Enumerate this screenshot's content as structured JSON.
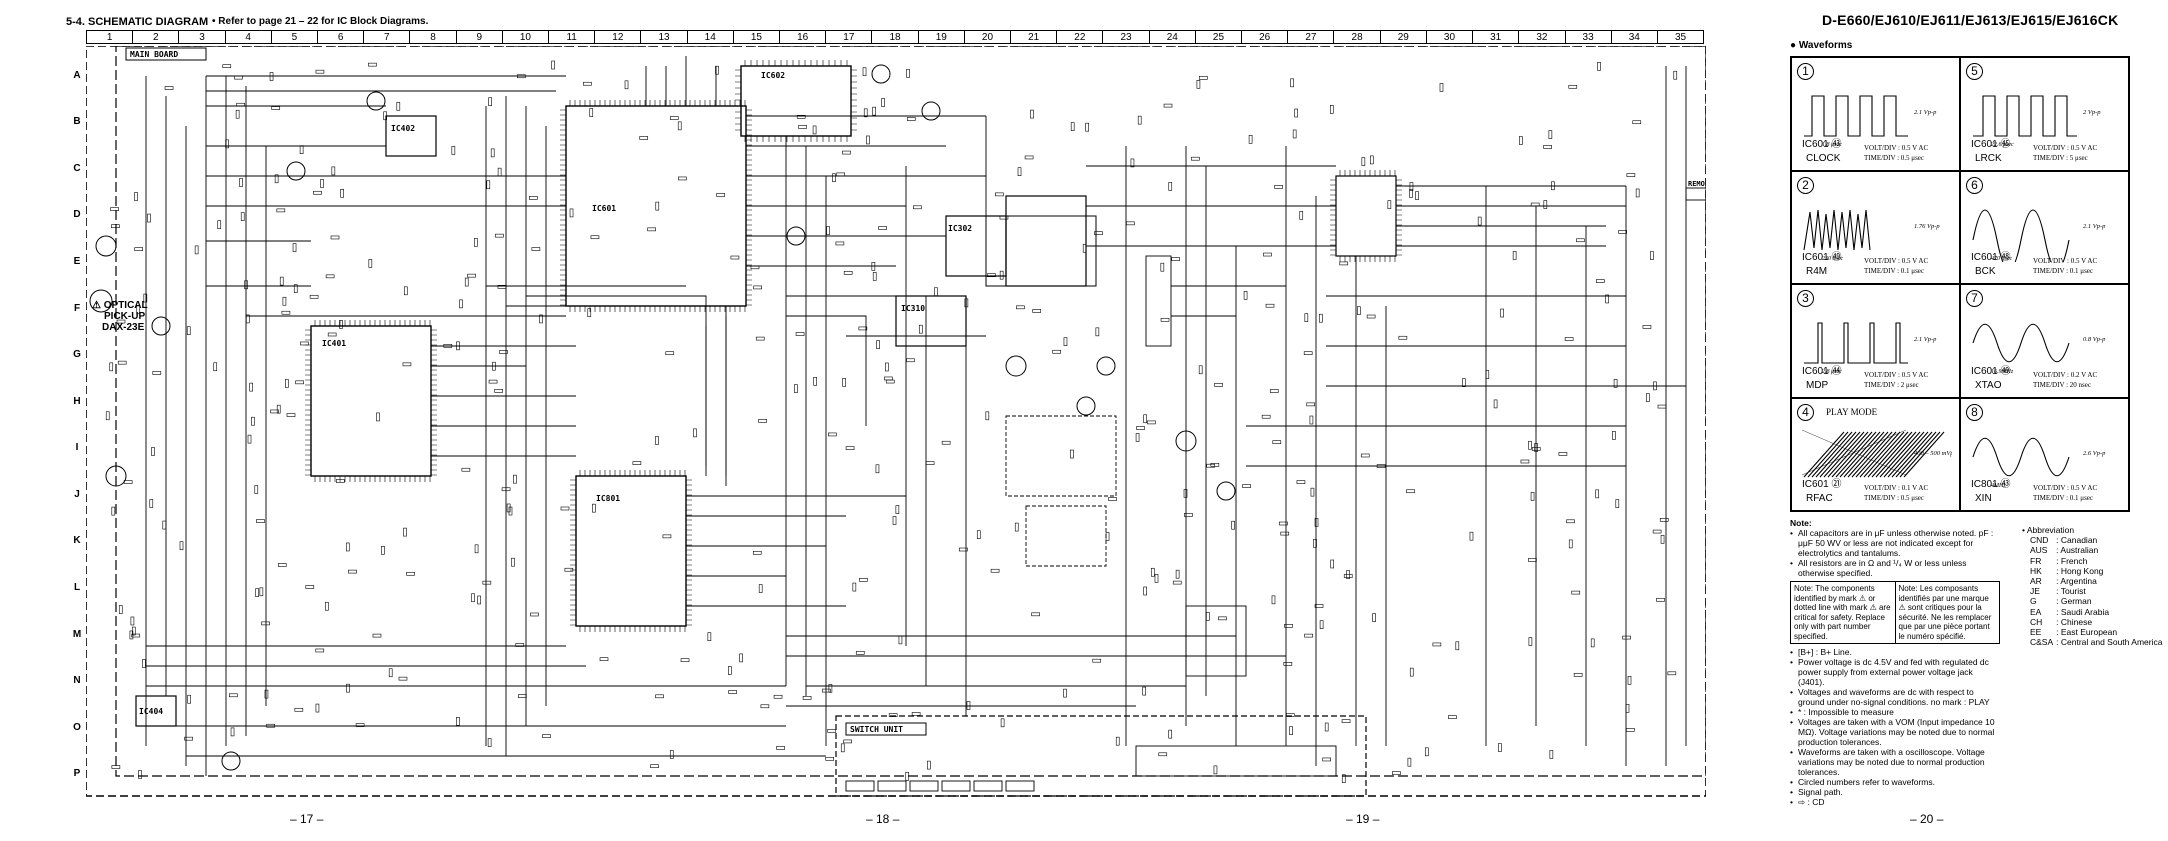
{
  "header": {
    "page_title": "5-4. SCHEMATIC DIAGRAM",
    "ref_note": "• Refer to page 21 – 22 for IC Block Diagrams.",
    "model_title": "D-E660/EJ610/EJ611/EJ613/EJ615/EJ616CK"
  },
  "columns": [
    "1",
    "2",
    "3",
    "4",
    "5",
    "6",
    "7",
    "8",
    "9",
    "10",
    "11",
    "12",
    "13",
    "14",
    "15",
    "16",
    "17",
    "18",
    "19",
    "20",
    "21",
    "22",
    "23",
    "24",
    "25",
    "26",
    "27",
    "28",
    "29",
    "30",
    "31",
    "32",
    "33",
    "34",
    "35"
  ],
  "rows": [
    "A",
    "B",
    "C",
    "D",
    "E",
    "F",
    "G",
    "H",
    "I",
    "J",
    "K",
    "L",
    "M",
    "N",
    "O",
    "P"
  ],
  "schematic": {
    "main_board": "MAIN BOARD",
    "switch_unit": "SWITCH UNIT",
    "pickup": [
      "⚠ OPTICAL",
      "PICK-UP",
      "DAX-23E"
    ],
    "ics": [
      "IC402",
      "IC602",
      "IC601",
      "IC401",
      "IC302",
      "IC310",
      "IC801",
      "IC404"
    ],
    "remote_label": "REMOTE"
  },
  "waveforms": {
    "heading": "● Waveforms",
    "items": [
      {
        "num": "1",
        "ic": "IC601",
        "pin": "㊸",
        "signal": "CLOCK",
        "vpp": "2.1 Vp-p",
        "period": "1.8 μsec",
        "volt": "VOLT/DIV : 0.5 V AC",
        "time": "TIME/DIV : 0.5 μsec",
        "mode": ""
      },
      {
        "num": "5",
        "ic": "IC601",
        "pin": "㊺",
        "signal": "LRCK",
        "vpp": "2 Vp-p",
        "period": "22.6 μsec",
        "volt": "VOLT/DIV : 0.5 V AC",
        "time": "TIME/DIV : 5 μsec",
        "mode": ""
      },
      {
        "num": "2",
        "ic": "IC601",
        "pin": "㊾",
        "signal": "R4M",
        "vpp": "1.76 Vp-p",
        "period": "230 nsec",
        "volt": "VOLT/DIV : 0.5 V AC",
        "time": "TIME/DIV : 0.1 μsec",
        "mode": ""
      },
      {
        "num": "6",
        "ic": "IC601",
        "pin": "㊽",
        "signal": "BCK",
        "vpp": "2.1 Vp-p",
        "period": "470 nsec",
        "volt": "VOLT/DIV : 0.5 V AC",
        "time": "TIME/DIV : 0.1 μsec",
        "mode": ""
      },
      {
        "num": "3",
        "ic": "IC601",
        "pin": "㊹",
        "signal": "MDP",
        "vpp": "2.1 Vp-p",
        "period": "2.8 μsec",
        "volt": "VOLT/DIV : 0.5 V AC",
        "time": "TIME/DIV : 2 μsec",
        "mode": ""
      },
      {
        "num": "7",
        "ic": "IC601",
        "pin": "㊾",
        "signal": "XTAO",
        "vpp": "0.8 Vp-p",
        "period": "16.9MHz",
        "volt": "VOLT/DIV : 0.2 V AC",
        "time": "TIME/DIV : 20 nsec",
        "mode": ""
      },
      {
        "num": "4",
        "ic": "IC601",
        "pin": "㉑",
        "signal": "RFAC",
        "vpp": "400 – 500 mVp-p",
        "period": "",
        "volt": "VOLT/DIV : 0.1 V AC",
        "time": "TIME/DIV : 0.5 μsec",
        "mode": "PLAY MODE"
      },
      {
        "num": "8",
        "ic": "IC801",
        "pin": "㊸",
        "signal": "XIN",
        "vpp": "2.6 Vp-p",
        "period": "4MHz",
        "volt": "VOLT/DIV : 0.5 V AC",
        "time": "TIME/DIV : 0.1 μsec",
        "mode": ""
      }
    ]
  },
  "notes": {
    "heading": "Note:",
    "cap_note": "All capacitors are in μF unless otherwise noted. pF : μμF 50 WV or less are not indicated except for electrolytics and tantalums.",
    "res_note": "All resistors are in Ω and ¹/₄ W or less unless otherwise specified.",
    "box_en": "Note: The components identified by mark ⚠ or dotted line with mark ⚠ are critical for safety. Replace only with part number specified.",
    "box_fr": "Note: Les composants identifiés par une marque ⚠ sont critiques pour la sécurité. Ne les remplacer que par une pièce portant le numéro spécifié.",
    "bullets": [
      "[B+] : B+ Line.",
      "Power voltage is dc 4.5V and fed with regulated dc power supply from external power voltage jack (J401).",
      "Voltages and waveforms are dc with respect to ground under no-signal conditions. no mark : PLAY",
      "* : Impossible to measure",
      "Voltages are taken with a VOM (Input impedance 10 MΩ). Voltage variations may be noted due to normal production tolerances.",
      "Waveforms are taken with a oscilloscope. Voltage variations may be noted due to normal production tolerances.",
      "Circled numbers refer to waveforms.",
      "Signal path.",
      "⇨ : CD"
    ]
  },
  "abbreviations": {
    "heading": "Abbreviation",
    "items": [
      {
        "code": "CND",
        "name": ": Canadian"
      },
      {
        "code": "AUS",
        "name": ": Australian"
      },
      {
        "code": "FR",
        "name": ": French"
      },
      {
        "code": "HK",
        "name": ": Hong Kong"
      },
      {
        "code": "AR",
        "name": ": Argentina"
      },
      {
        "code": "JE",
        "name": ": Tourist"
      },
      {
        "code": "G",
        "name": ": German"
      },
      {
        "code": "EA",
        "name": ": Saudi Arabia"
      },
      {
        "code": "CH",
        "name": ": Chinese"
      },
      {
        "code": "EE",
        "name": ": East European"
      },
      {
        "code": "C&SA",
        "name": ": Central and South America"
      }
    ]
  },
  "page_numbers": [
    "– 17 –",
    "– 18 –",
    "– 19 –",
    "– 20 –"
  ]
}
